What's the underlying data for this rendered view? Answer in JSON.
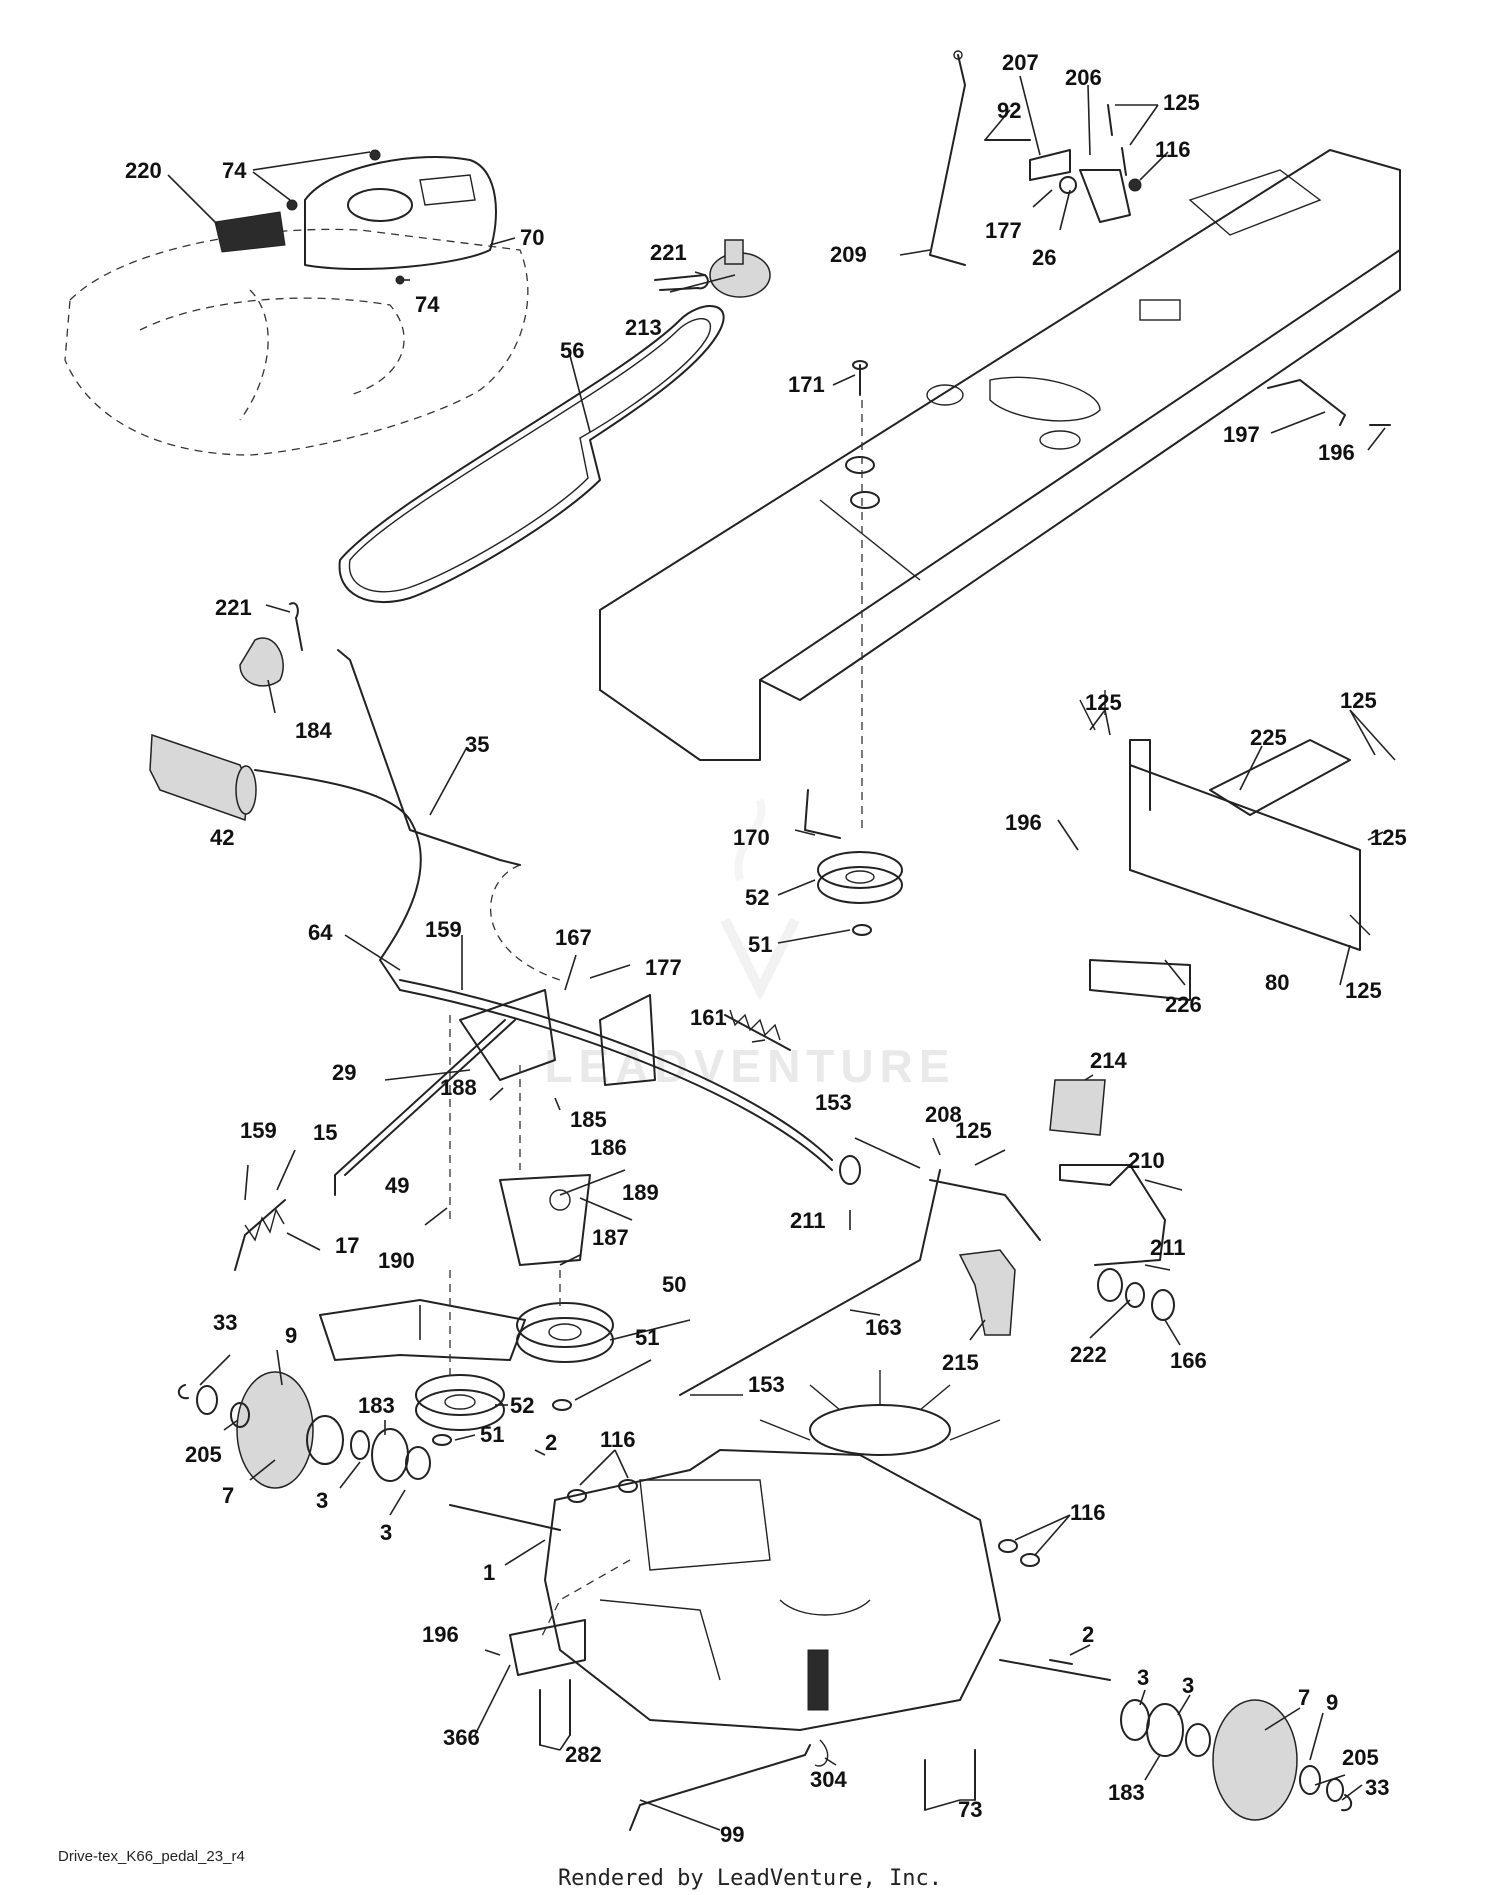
{
  "watermark": "LEADVENTURE",
  "footer": {
    "diagram_id": "Drive-tex_K66_pedal_23_r4",
    "rendered_by": "Rendered by LeadVenture, Inc."
  },
  "callouts": [
    {
      "id": "c220",
      "text": "220"
    },
    {
      "id": "c74a",
      "text": "74"
    },
    {
      "id": "c70",
      "text": "70"
    },
    {
      "id": "c74b",
      "text": "74"
    },
    {
      "id": "c221a",
      "text": "221"
    },
    {
      "id": "c213",
      "text": "213"
    },
    {
      "id": "c56",
      "text": "56"
    },
    {
      "id": "c207",
      "text": "207"
    },
    {
      "id": "c92",
      "text": "92"
    },
    {
      "id": "c206",
      "text": "206"
    },
    {
      "id": "c125a",
      "text": "125"
    },
    {
      "id": "c116a",
      "text": "116"
    },
    {
      "id": "c209",
      "text": "209"
    },
    {
      "id": "c177a",
      "text": "177"
    },
    {
      "id": "c26",
      "text": "26"
    },
    {
      "id": "c171",
      "text": "171"
    },
    {
      "id": "c197",
      "text": "197"
    },
    {
      "id": "c196a",
      "text": "196"
    },
    {
      "id": "c221b",
      "text": "221"
    },
    {
      "id": "c184",
      "text": "184"
    },
    {
      "id": "c35",
      "text": "35"
    },
    {
      "id": "c42",
      "text": "42"
    },
    {
      "id": "c125b",
      "text": "125"
    },
    {
      "id": "c125c",
      "text": "125"
    },
    {
      "id": "c225",
      "text": "225"
    },
    {
      "id": "c170",
      "text": "170"
    },
    {
      "id": "c196b",
      "text": "196"
    },
    {
      "id": "c125d",
      "text": "125"
    },
    {
      "id": "c52a",
      "text": "52"
    },
    {
      "id": "c51a",
      "text": "51"
    },
    {
      "id": "c64",
      "text": "64"
    },
    {
      "id": "c159a",
      "text": "159"
    },
    {
      "id": "c167",
      "text": "167"
    },
    {
      "id": "c177b",
      "text": "177"
    },
    {
      "id": "c226",
      "text": "226"
    },
    {
      "id": "c80",
      "text": "80"
    },
    {
      "id": "c125e",
      "text": "125"
    },
    {
      "id": "c161",
      "text": "161"
    },
    {
      "id": "c29",
      "text": "29"
    },
    {
      "id": "c188",
      "text": "188"
    },
    {
      "id": "c185",
      "text": "185"
    },
    {
      "id": "c153a",
      "text": "153"
    },
    {
      "id": "c208",
      "text": "208"
    },
    {
      "id": "c214",
      "text": "214"
    },
    {
      "id": "c159b",
      "text": "159"
    },
    {
      "id": "c15",
      "text": "15"
    },
    {
      "id": "c186",
      "text": "186"
    },
    {
      "id": "c125f",
      "text": "125"
    },
    {
      "id": "c210",
      "text": "210"
    },
    {
      "id": "c49",
      "text": "49"
    },
    {
      "id": "c189",
      "text": "189"
    },
    {
      "id": "c211a",
      "text": "211"
    },
    {
      "id": "c17",
      "text": "17"
    },
    {
      "id": "c187",
      "text": "187"
    },
    {
      "id": "c211b",
      "text": "211"
    },
    {
      "id": "c190",
      "text": "190"
    },
    {
      "id": "c50",
      "text": "50"
    },
    {
      "id": "c33a",
      "text": "33"
    },
    {
      "id": "c9a",
      "text": "9"
    },
    {
      "id": "c51b",
      "text": "51"
    },
    {
      "id": "c163",
      "text": "163"
    },
    {
      "id": "c215",
      "text": "215"
    },
    {
      "id": "c222",
      "text": "222"
    },
    {
      "id": "c166",
      "text": "166"
    },
    {
      "id": "c183a",
      "text": "183"
    },
    {
      "id": "c52b",
      "text": "52"
    },
    {
      "id": "c153b",
      "text": "153"
    },
    {
      "id": "c205a",
      "text": "205"
    },
    {
      "id": "c51c",
      "text": "51"
    },
    {
      "id": "c2a",
      "text": "2"
    },
    {
      "id": "c116b",
      "text": "116"
    },
    {
      "id": "c7a",
      "text": "7"
    },
    {
      "id": "c3a",
      "text": "3"
    },
    {
      "id": "c3b",
      "text": "3"
    },
    {
      "id": "c116c",
      "text": "116"
    },
    {
      "id": "c1",
      "text": "1"
    },
    {
      "id": "c196c",
      "text": "196"
    },
    {
      "id": "c2b",
      "text": "2"
    },
    {
      "id": "c3c",
      "text": "3"
    },
    {
      "id": "c7b",
      "text": "7"
    },
    {
      "id": "c3d",
      "text": "3"
    },
    {
      "id": "c9b",
      "text": "9"
    },
    {
      "id": "c366",
      "text": "366"
    },
    {
      "id": "c282",
      "text": "282"
    },
    {
      "id": "c205b",
      "text": "205"
    },
    {
      "id": "c304",
      "text": "304"
    },
    {
      "id": "c183b",
      "text": "183"
    },
    {
      "id": "c33b",
      "text": "33"
    },
    {
      "id": "c73",
      "text": "73"
    },
    {
      "id": "c99",
      "text": "99"
    }
  ]
}
